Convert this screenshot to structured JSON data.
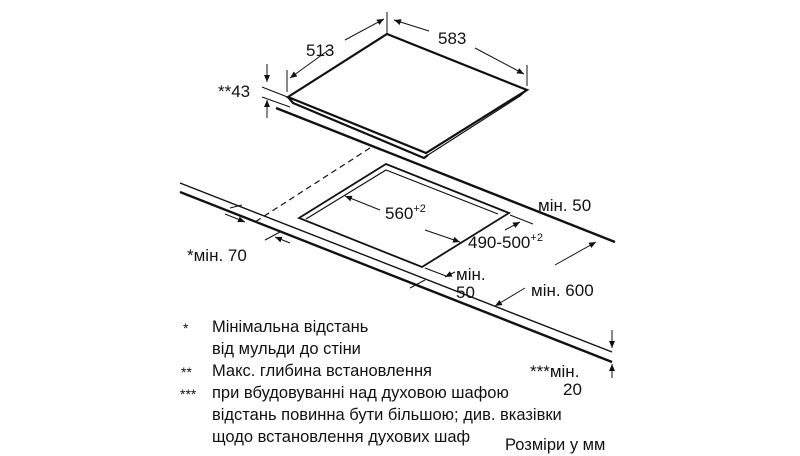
{
  "dimensions": {
    "cooktop_depth": "513",
    "cooktop_width": "583",
    "cooktop_height": "**43",
    "cutout_width": "560",
    "cutout_width_tol": "+2",
    "cutout_depth": "490-500",
    "cutout_depth_tol": "+2",
    "min_back": "мін. 50",
    "min_side": "*мін. 70",
    "min_front_label": "мін.",
    "min_front_value": "50",
    "min_worktop": "мін. 600",
    "min_oven_label": "***мін.",
    "min_oven_value": "20"
  },
  "notes": [
    {
      "marker": "*",
      "lines": [
        "Мінімальна відстань",
        "від мульди до стіни"
      ]
    },
    {
      "marker": "**",
      "lines": [
        "Макс. глибина встановлення"
      ]
    },
    {
      "marker": "***",
      "lines": [
        "при вбудовуванні над духовою шафою",
        "відстань повинна бути більшою; див. вказівки",
        "щодо встановлення духових шаф"
      ]
    }
  ],
  "units_note": "Розміри у мм"
}
